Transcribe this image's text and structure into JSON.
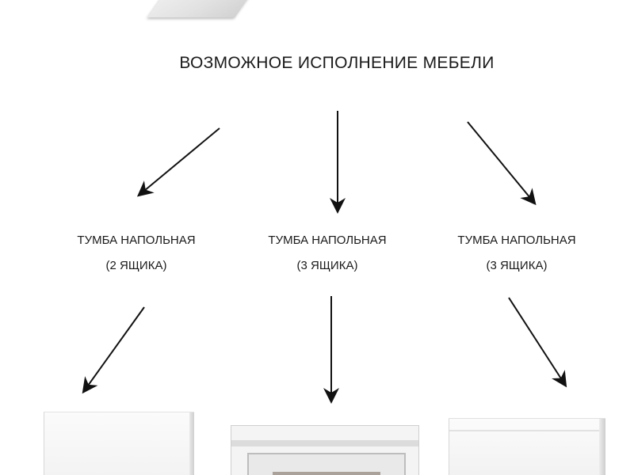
{
  "title": "ВОЗМОЖНОЕ ИСПОЛНЕНИЕ МЕБЕЛИ",
  "options": [
    {
      "line1": "ТУМБА НАПОЛЬНАЯ",
      "line2": "(2 ЯЩИКА)"
    },
    {
      "line1": "ТУМБА НАПОЛЬНАЯ",
      "line2": "(3 ЯЩИКА)"
    },
    {
      "line1": "ТУМБА НАПОЛЬНАЯ",
      "line2": "(3 ЯЩИКА)"
    }
  ],
  "colors": {
    "text": "#1a1a1a",
    "arrow": "#111111",
    "background": "#ffffff"
  }
}
